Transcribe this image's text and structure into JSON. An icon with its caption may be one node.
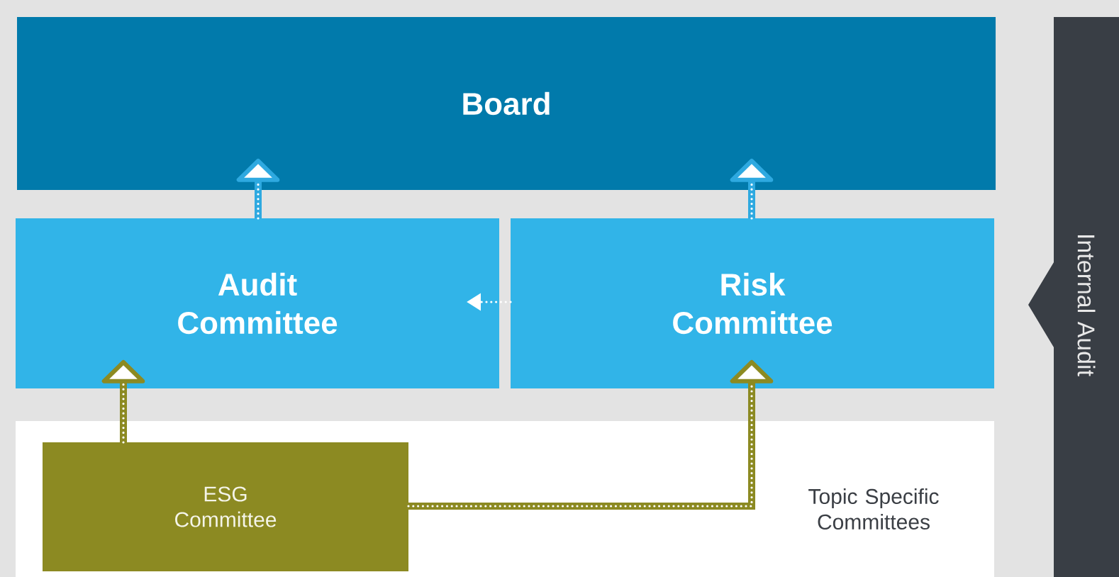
{
  "diagram": {
    "nodes": [
      {
        "text": [
          "Board"
        ]
      },
      {
        "text": [
          "Audit Committee"
        ]
      },
      {
        "text": [
          "Risk Committee"
        ]
      },
      {
        "text": [
          "Topic Specific Committees"
        ]
      },
      {
        "text": [
          "ESG Committee"
        ],
        "in": 3
      },
      {
        "text": [
          "Internal Audit"
        ]
      }
    ],
    "edges": [
      {
        "from": 1,
        "to": 0,
        "arrow": "to",
        "color": "#2ea9e0"
      },
      {
        "from": 2,
        "to": 0,
        "arrow": "to",
        "color": "#2ea9e0"
      },
      {
        "from": 2,
        "to": 1,
        "arrow": "to",
        "style": "dashed",
        "color": "#ffffff"
      },
      {
        "from": 4,
        "to": 1,
        "arrow": "to",
        "color": "#8c8a22"
      },
      {
        "from": 4,
        "to": 2,
        "arrow": "to",
        "color": "#8c8a22"
      }
    ]
  }
}
